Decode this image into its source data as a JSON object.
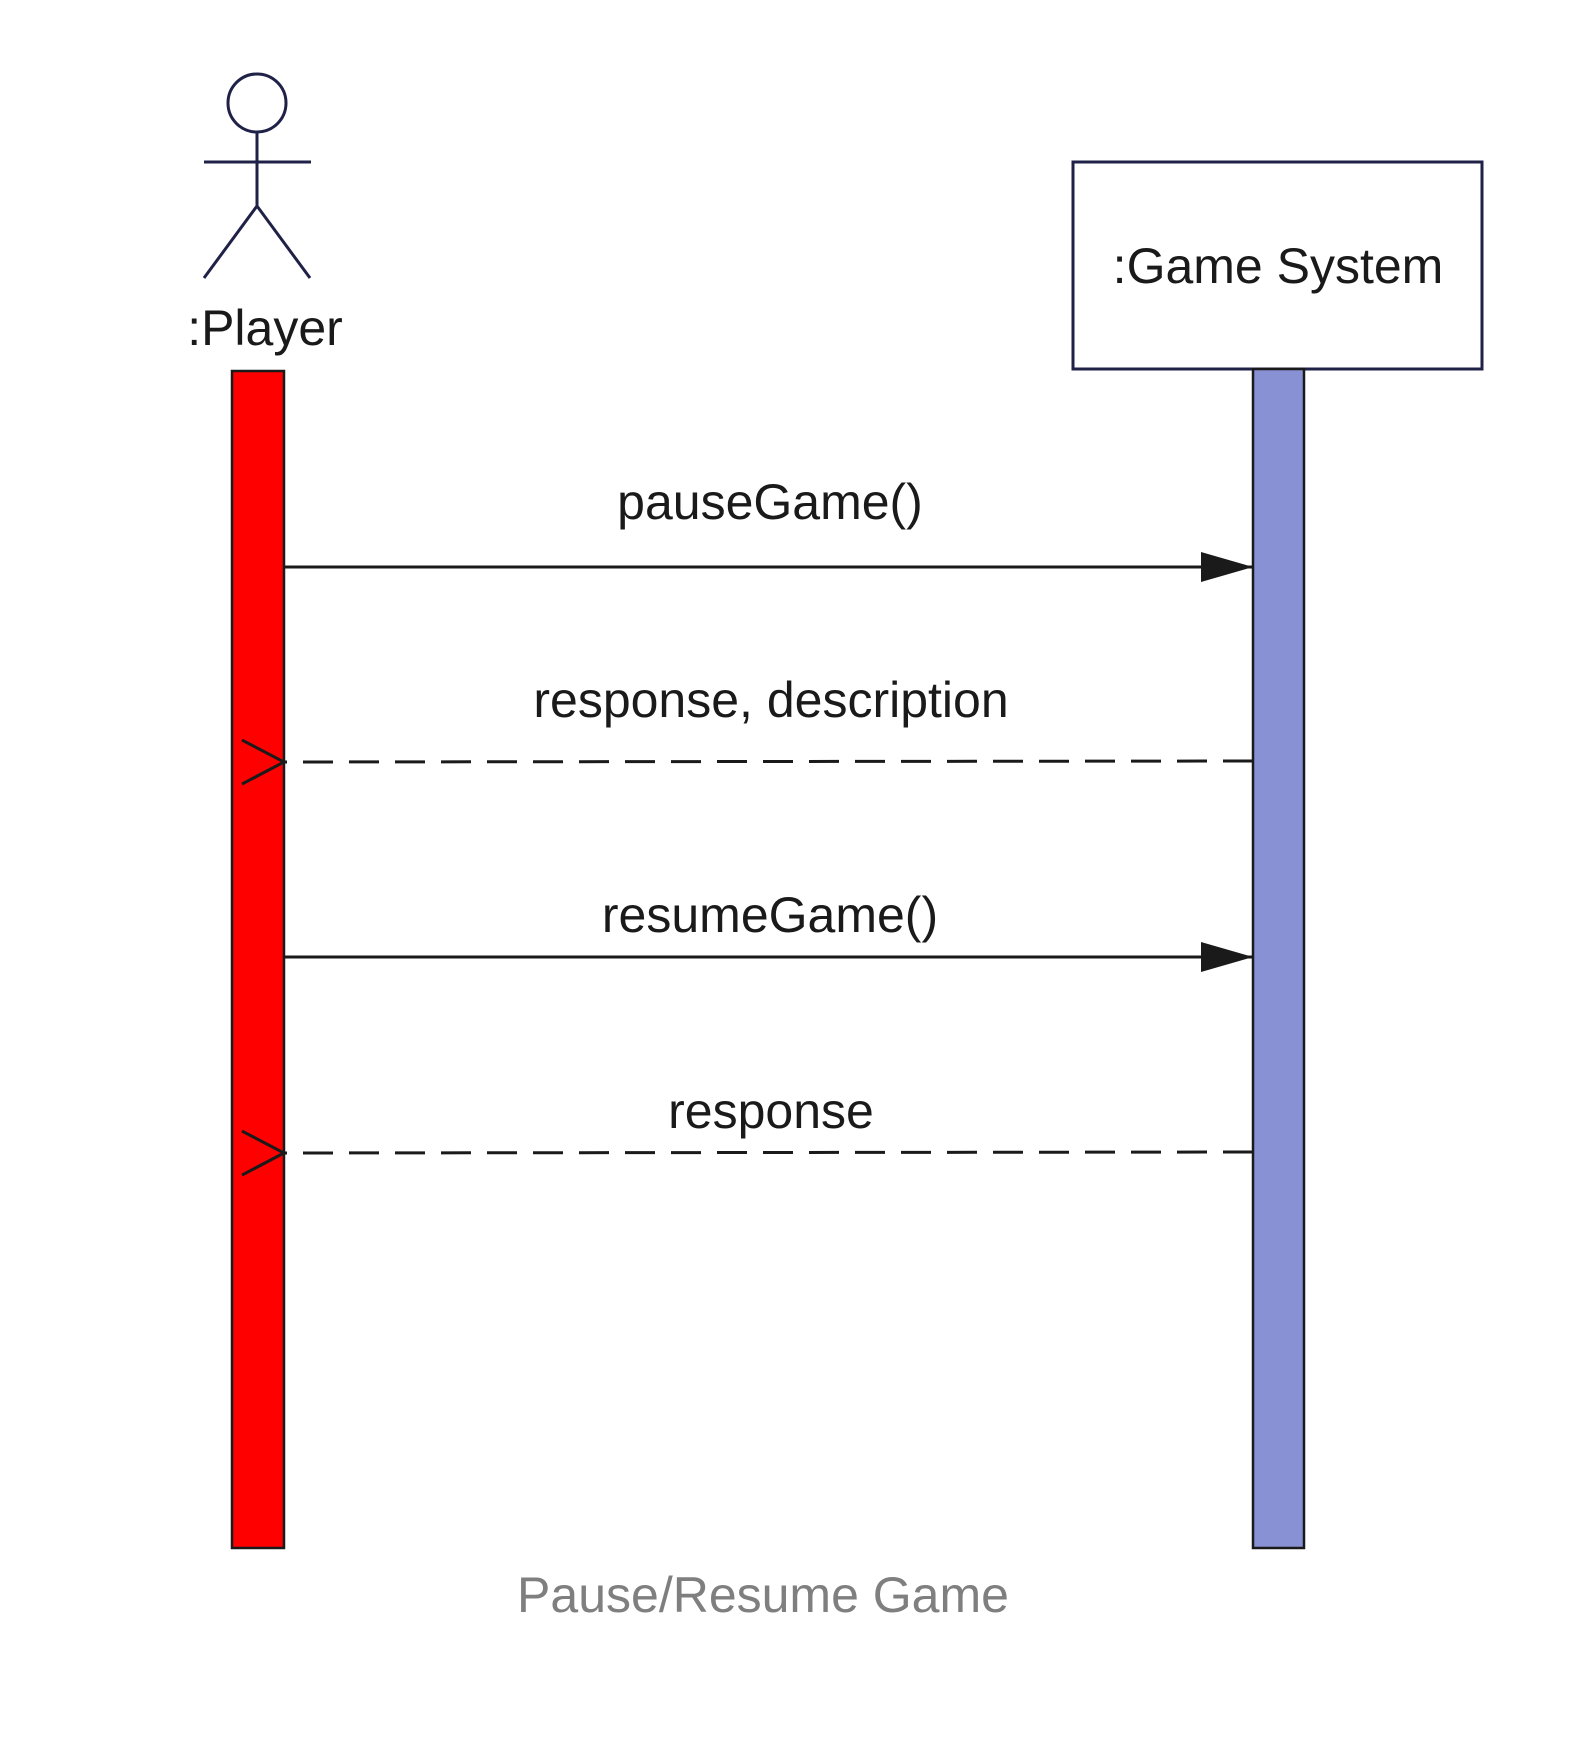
{
  "diagram": {
    "type": "sequence",
    "caption": "Pause/Resume Game",
    "participants": [
      {
        "id": "player",
        "label": ":Player",
        "kind": "actor",
        "activation_color": "#ff0000"
      },
      {
        "id": "game_system",
        "label": ":Game System",
        "kind": "object",
        "activation_color": "#8891d3"
      }
    ],
    "messages": [
      {
        "label": "pauseGame()",
        "from": "player",
        "to": "game_system",
        "style": "sync"
      },
      {
        "label": "response, description",
        "from": "game_system",
        "to": "player",
        "style": "return"
      },
      {
        "label": "resumeGame()",
        "from": "player",
        "to": "game_system",
        "style": "sync"
      },
      {
        "label": "response",
        "from": "game_system",
        "to": "player",
        "style": "return"
      }
    ],
    "colors": {
      "actor_stroke": "#1f2147",
      "line": "#1a1a1a",
      "caption": "#7f7f7f"
    }
  }
}
